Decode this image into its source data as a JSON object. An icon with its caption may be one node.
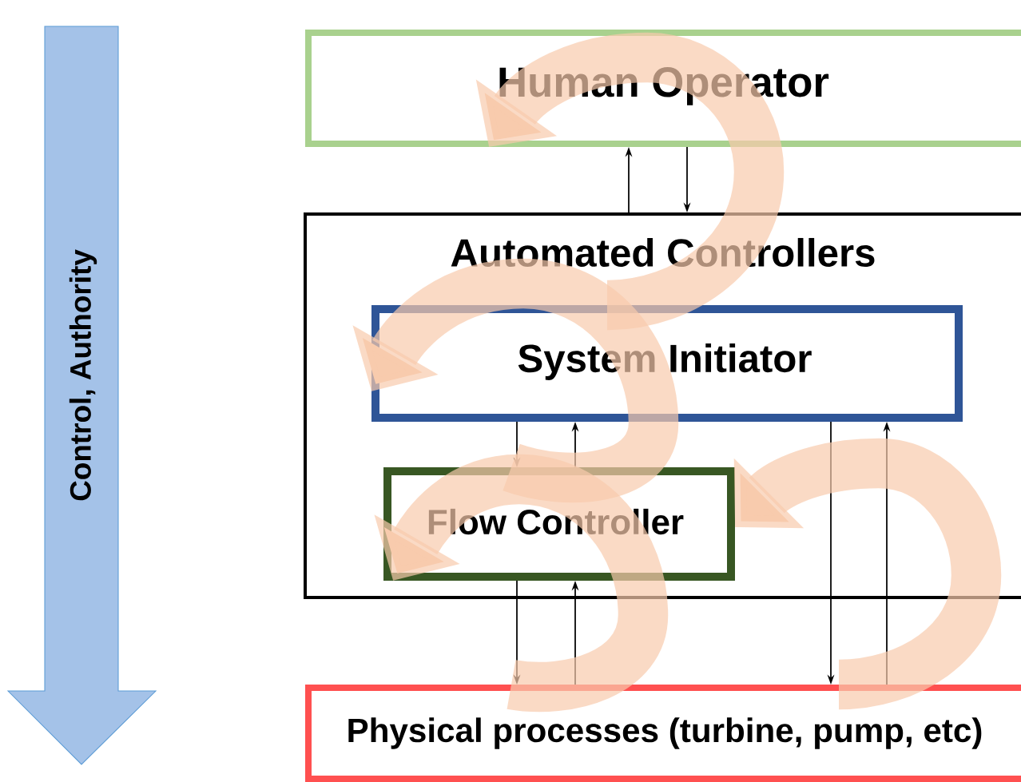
{
  "diagram": {
    "nodes": [
      {
        "text": [
          "Human Operator"
        ]
      },
      {
        "text": [
          "Automated Controllers"
        ]
      },
      {
        "text": [
          "System Initiator"
        ],
        "in": 1
      },
      {
        "text": [
          "Flow Controller"
        ],
        "in": 1
      },
      {
        "text": [
          "Physical processes (turbine, pump, etc)"
        ]
      }
    ],
    "edges": [
      {
        "from": 1,
        "to": 0,
        "arrow": "to"
      },
      {
        "from": 0,
        "to": 1,
        "arrow": "to"
      },
      {
        "from": 2,
        "to": 3,
        "arrow": "to"
      },
      {
        "from": 3,
        "to": 2,
        "arrow": "to"
      },
      {
        "from": 3,
        "to": 4,
        "arrow": "to"
      },
      {
        "from": 4,
        "to": 3,
        "arrow": "to"
      },
      {
        "from": 2,
        "to": 4,
        "arrow": "to"
      },
      {
        "from": 4,
        "to": 2,
        "arrow": "to"
      },
      {
        "from": 2,
        "to": 0,
        "arrow": "to",
        "style": "thick",
        "color": "#f8cbad"
      },
      {
        "from": 3,
        "to": 2,
        "arrow": "to",
        "style": "thick",
        "color": "#f8cbad"
      },
      {
        "from": 4,
        "to": 3,
        "arrow": "to",
        "style": "thick",
        "color": "#f8cbad"
      },
      {
        "from": 4,
        "to": 3,
        "arrow": "to",
        "style": "thick",
        "color": "#f8cbad"
      }
    ],
    "labels": [
      "Control, Authority"
    ]
  }
}
